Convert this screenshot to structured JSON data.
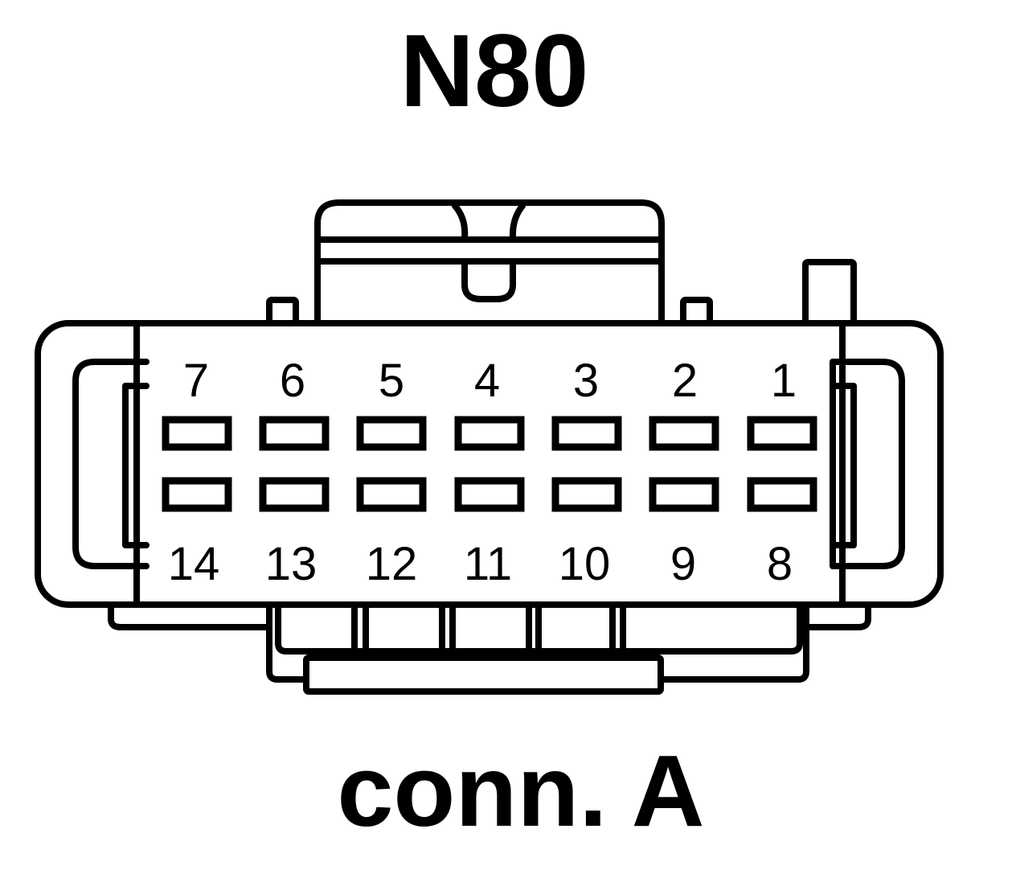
{
  "title": "N80",
  "subtitle": "conn. A",
  "pins": {
    "top_row": [
      "7",
      "6",
      "5",
      "4",
      "3",
      "2",
      "1"
    ],
    "bottom_row": [
      "14",
      "13",
      "12",
      "11",
      "10",
      "9",
      "8"
    ]
  },
  "colors": {
    "line": "#000000",
    "background": "#ffffff"
  }
}
